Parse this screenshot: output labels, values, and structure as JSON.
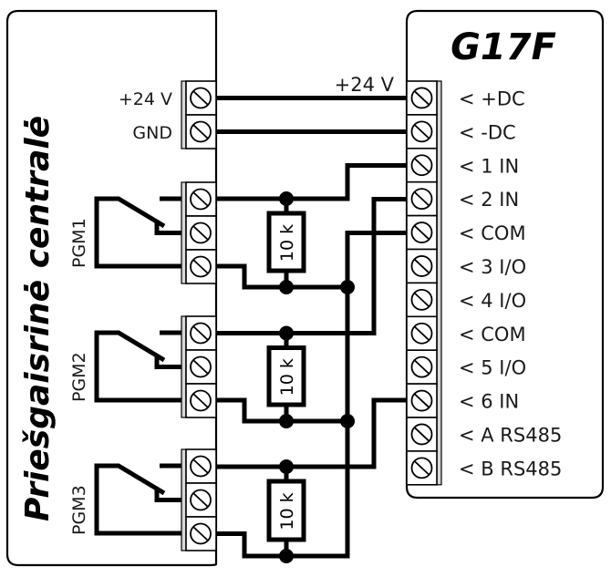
{
  "left_device": {
    "title": "Priešgaisrinė centralė",
    "power_terminals": [
      "+24 V",
      "GND"
    ],
    "pgm_outputs": [
      "PGM1",
      "PGM2",
      "PGM3"
    ]
  },
  "right_device": {
    "title": "G17F",
    "terminals": [
      "< +DC",
      "< -DC",
      "< 1 IN",
      "< 2 IN",
      "< COM",
      "< 3 I/O",
      "< 4 I/O",
      "< COM",
      "< 5 I/O",
      "< 6 IN",
      "< A RS485",
      "< B RS485"
    ]
  },
  "wire_labels": {
    "supply": "+24 V"
  },
  "resistors": [
    {
      "label": "10 k"
    },
    {
      "label": "10 k"
    },
    {
      "label": "10 k"
    }
  ],
  "connections": [
    {
      "from": "+24 V",
      "to": "< +DC"
    },
    {
      "from": "GND",
      "to": "< -DC"
    },
    {
      "from": "PGM1 NO",
      "to": "< 1 IN"
    },
    {
      "from": "PGM1 COM",
      "to": "< COM"
    },
    {
      "from": "PGM2 NO",
      "to": "< 2 IN"
    },
    {
      "from": "PGM2 COM",
      "to": "< COM"
    },
    {
      "from": "PGM3 NO",
      "to": "< 6 IN"
    },
    {
      "from": "PGM3 COM",
      "to": "< COM"
    }
  ]
}
